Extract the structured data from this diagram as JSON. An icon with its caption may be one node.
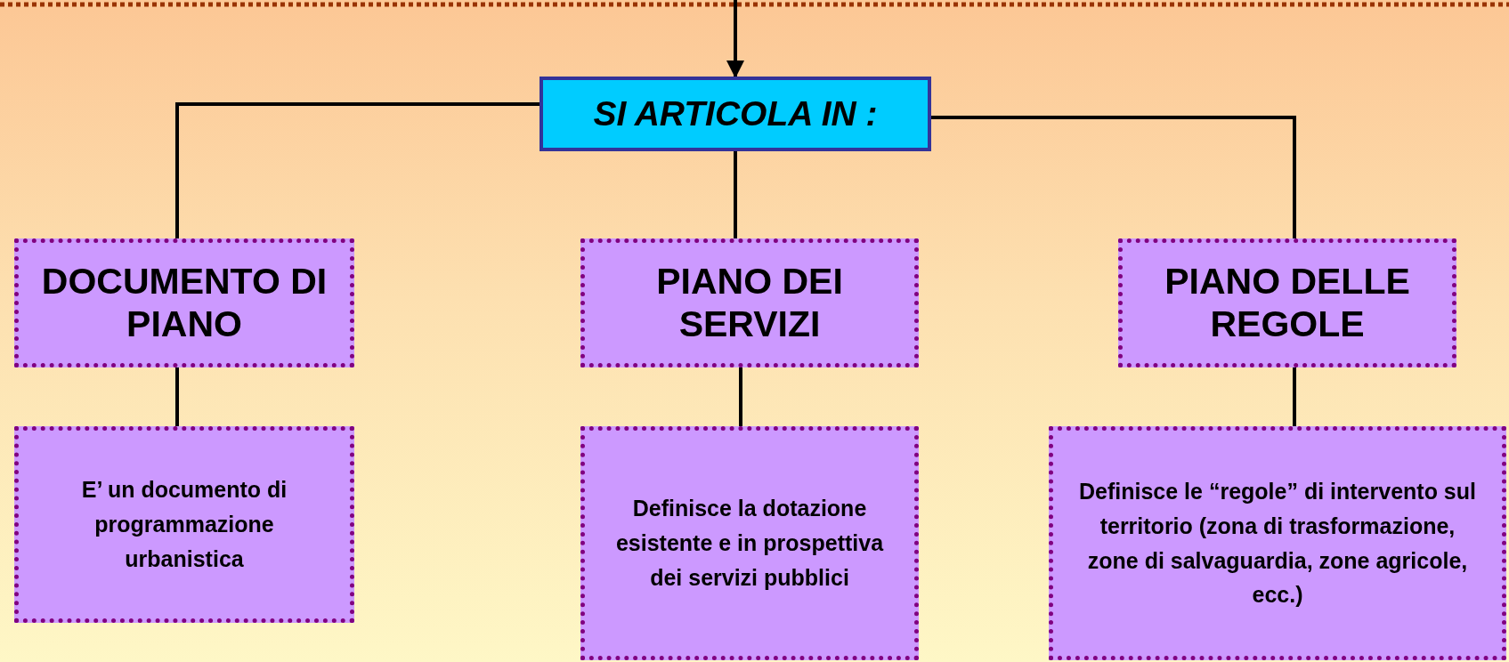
{
  "diagram": {
    "nodes": [
      {
        "text": [
          "SI ARTICOLA IN :"
        ]
      },
      {
        "text": [
          "DOCUMENTO DI PIANO"
        ]
      },
      {
        "text": [
          "PIANO DEI SERVIZI"
        ]
      },
      {
        "text": [
          "PIANO DELLE REGOLE"
        ]
      },
      {
        "text": [
          "E’ un documento di programmazione urbanistica"
        ]
      },
      {
        "text": [
          "Definisce la dotazione esistente e in prospettiva dei servizi pubblici"
        ]
      },
      {
        "text": [
          "Definisce le “regole” di intervento sul territorio (zona di trasformazione, zone di salvaguardia, zone agricole, ecc.)"
        ]
      }
    ],
    "edges": [
      {
        "from": null,
        "to": 0,
        "arrow": "to"
      },
      {
        "from": 0,
        "to": 1,
        "arrow": "none"
      },
      {
        "from": 0,
        "to": 2,
        "arrow": "none"
      },
      {
        "from": 0,
        "to": 3,
        "arrow": "none"
      },
      {
        "from": 1,
        "to": 4,
        "arrow": "none"
      },
      {
        "from": 2,
        "to": 5,
        "arrow": "none"
      },
      {
        "from": 3,
        "to": 6,
        "arrow": "none"
      }
    ]
  }
}
